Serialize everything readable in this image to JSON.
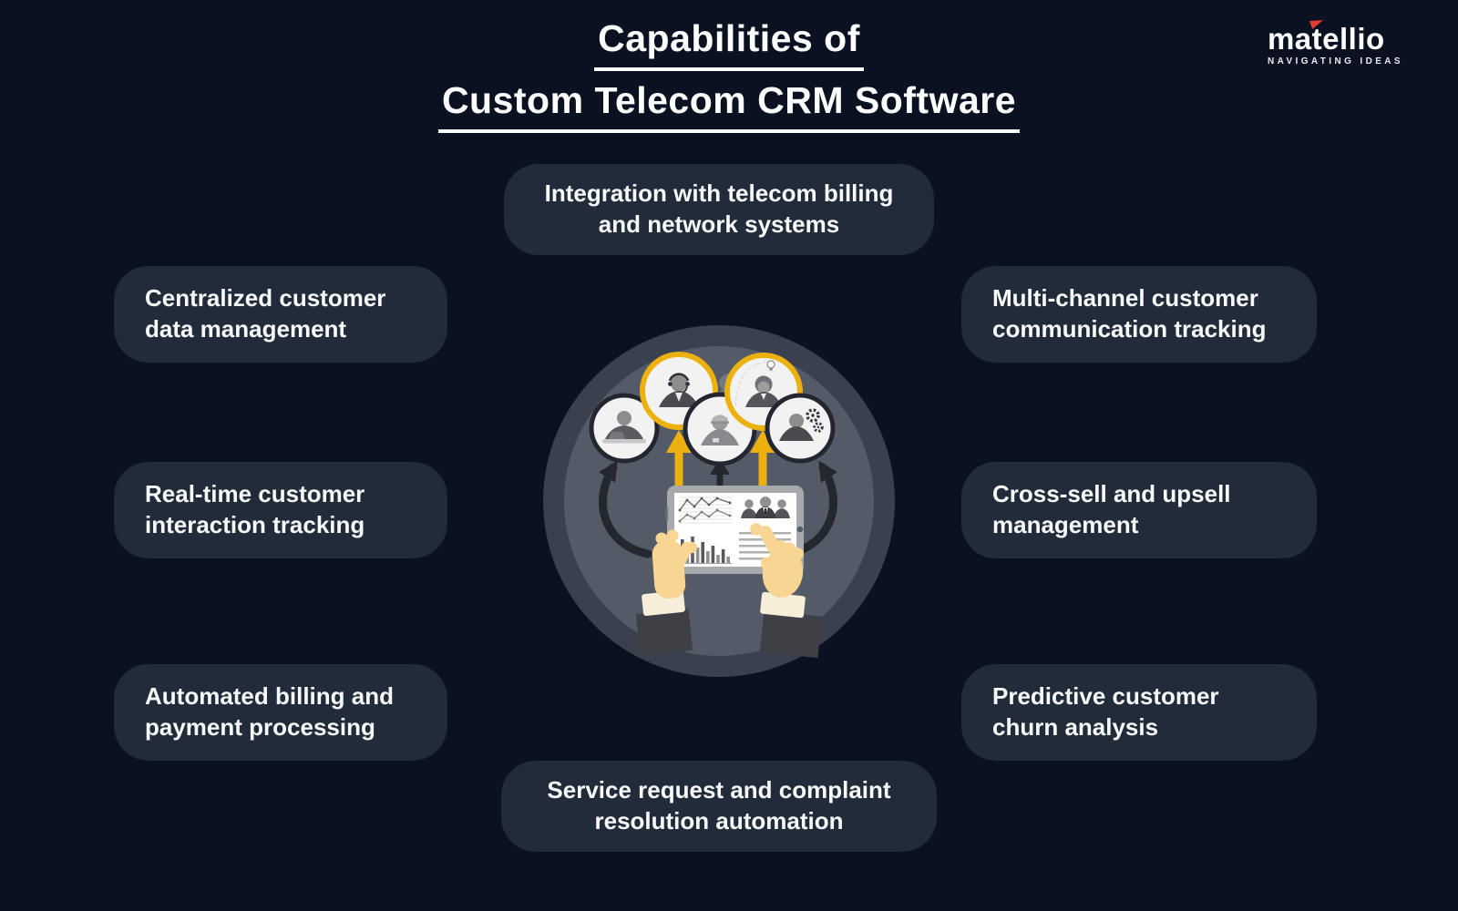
{
  "colors": {
    "bg": "#0a1120",
    "card": "#222b39",
    "text": "#f7f9fb",
    "accent": "#edb10f",
    "logo-red": "#e23b30"
  },
  "title": {
    "line1": "Capabilities of",
    "line2": "Custom Telecom CRM Software"
  },
  "logo": {
    "name": "matellio",
    "tagline": "NAVIGATING IDEAS"
  },
  "cards": {
    "top": "Integration with telecom billing\nand network systems",
    "left": [
      "Centralized customer\ndata management",
      "Real-time customer\ninteraction tracking",
      "Automated billing and\npayment processing"
    ],
    "right": [
      "Multi-channel customer\ncommunication tracking",
      "Cross-sell and upsell\nmanagement",
      "Predictive customer\nchurn analysis"
    ],
    "bottom": "Service request and complaint\nresolution automation"
  },
  "illustration": {
    "description": "hands holding tablet with CRM dashboard connecting to customer avatars",
    "icons": [
      "avatar-manager-desk-icon",
      "avatar-support-headset-icon",
      "avatar-technician-cap-icon",
      "avatar-customer-idea-icon",
      "avatar-engineer-gears-icon",
      "speech-bubble-icon",
      "tablet-dashboard-icon",
      "yellow-up-arrow-icon",
      "black-up-arrow-icon",
      "curved-arrow-icon"
    ],
    "speech_bubble_dots": "...",
    "accent_yellow": "#edb10f"
  }
}
